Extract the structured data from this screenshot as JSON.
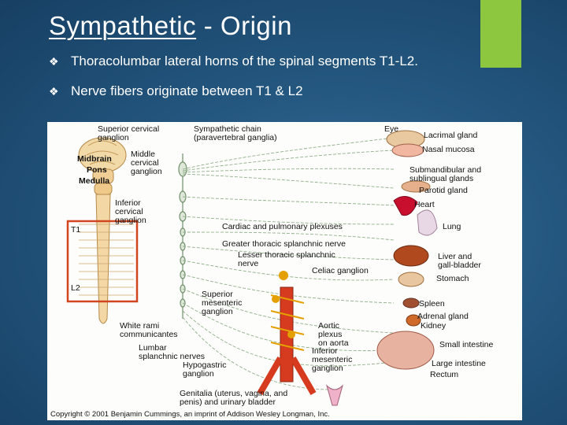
{
  "slide": {
    "title_main": "Sympathetic",
    "title_rest": " - Origin",
    "bullets": [
      "Thoracolumbar lateral horns of the spinal segments T1-L2.",
      "Nerve fibers originate between T1 & L2"
    ],
    "bullet_glyph": "❖",
    "accent_color": "#8dc63f"
  },
  "figure": {
    "labels": {
      "superior_cervical": "Superior cervical\nganglion",
      "sympathetic_chain": "Sympathetic chain\n(paravertebral ganglia)",
      "middle_cervical": "Middle\ncervical\nganglion",
      "midbrain": "Midbrain",
      "pons": "Pons",
      "medulla": "Medulla",
      "inferior_cervical": "Inferior\ncervical\nganglion",
      "t1": "T1",
      "l2": "L2",
      "cardiac": "Cardiac and pulmonary plexuses",
      "greater_splanchnic": "Greater thoracic splanchnic nerve",
      "lesser_splanchnic": "Lesser thoracic splanchnic\nnerve",
      "celiac": "Celiac ganglion",
      "superior_mesenteric": "Superior\nmesenteric\nganglion",
      "white_rami": "White rami\ncommunicantes",
      "lumbar_splanchnic": "Lumbar\nsplanchnic nerves",
      "hypogastric": "Hypogastric\nganglion",
      "aortic": "Aortic\nplexus\non aorta",
      "inferior_mesenteric": "Inferior\nmesenteric\nganglion",
      "genitalia": "Genitalia (uterus, vagina, and\npenis) and urinary bladder",
      "eye": "Eye",
      "lacrimal": "Lacrimal gland",
      "nasal": "Nasal mucosa",
      "submandibular": "Submandibular and\nsublingual glands",
      "parotid": "Parotid gland",
      "heart": "Heart",
      "lung": "Lung",
      "liver": "Liver and\ngall-bladder",
      "stomach": "Stomach",
      "spleen": "Spleen",
      "adrenal": "Adrenal gland",
      "kidney": "Kidney",
      "small_intestine": "Small intestine",
      "large_intestine": "Large intestine",
      "rectum": "Rectum"
    },
    "copyright": "Copyright © 2001 Benjamin Cummings, an imprint of Addison Wesley Longman, Inc."
  }
}
